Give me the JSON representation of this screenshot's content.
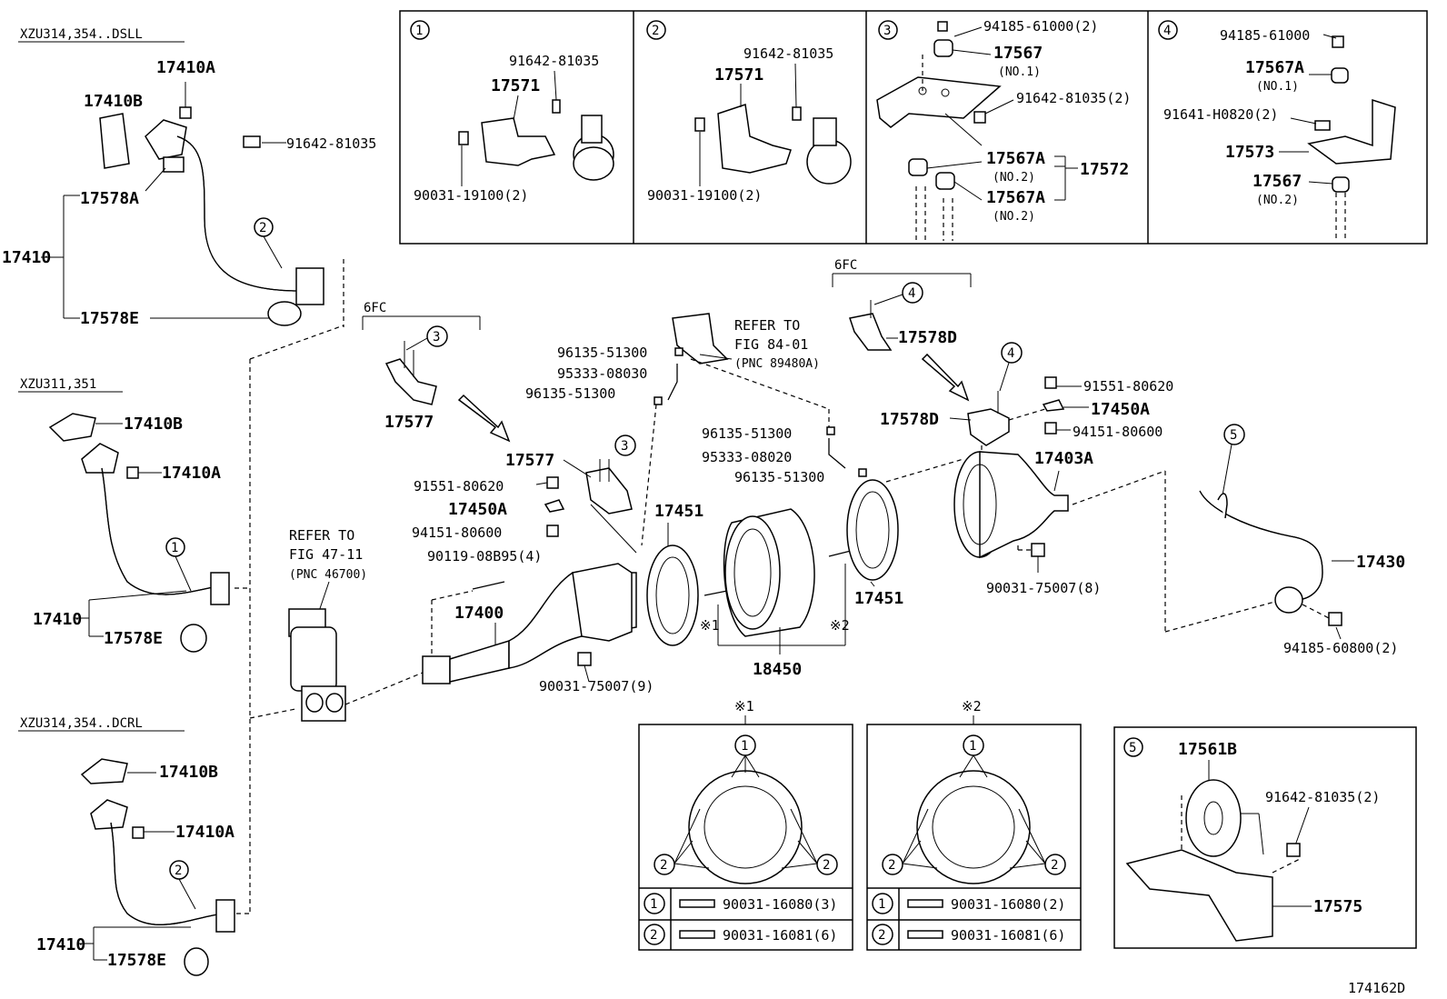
{
  "variants": {
    "dsll": "XZU314,354..DSLL",
    "std": "XZU311,351",
    "dcrl": "XZU314,354..DCRL"
  },
  "insets": {
    "i1": {
      "num": "1",
      "parts": [
        "91642-81035",
        "17571",
        "90031-19100(2)"
      ]
    },
    "i2": {
      "num": "2",
      "parts": [
        "91642-81035",
        "17571",
        "90031-19100(2)"
      ]
    },
    "i3": {
      "num": "3",
      "parts": [
        "94185-61000(2)",
        "17567",
        "(NO.1)",
        "91642-81035(2)",
        "17567A",
        "(NO.2)",
        "17572",
        "17567A",
        "(NO.2)"
      ]
    },
    "i4": {
      "num": "4",
      "parts": [
        "94185-61000",
        "17567A",
        "(NO.1)",
        "91641-H0820(2)",
        "17573",
        "17567",
        "(NO.2)"
      ]
    },
    "i5": {
      "num": "5",
      "parts": [
        "17561B",
        "91642-81035(2)",
        "17575"
      ]
    }
  },
  "left": {
    "a": [
      "17410A",
      "17410B",
      "91642-81035",
      "17578A",
      "17410",
      "17578E"
    ],
    "b": [
      "17410B",
      "17410A",
      "17410",
      "17578E"
    ],
    "c": [
      "17410B",
      "17410A",
      "17410",
      "17578E"
    ]
  },
  "center": {
    "fc1": "6FC",
    "fc2": "6FC",
    "p17577a": "17577",
    "p17577b": "17577",
    "p91551a": "91551-80620",
    "p17450a1": "17450A",
    "p94151a": "94151-80600",
    "p90119": "90119-08B95(4)",
    "p17400": "17400",
    "p90031a": "90031-75007(9)",
    "ref1": [
      "REFER TO",
      "FIG 47-11",
      "(PNC 46700)"
    ],
    "ref2": [
      "REFER TO",
      "FIG 84-01",
      "(PNC 89480A)"
    ],
    "p96135a": "96135-51300",
    "p95333a": "95333-08030",
    "p96135b": "96135-51300",
    "p96135c": "96135-51300",
    "p95333b": "95333-08020",
    "p96135d": "96135-51300",
    "p17451a": "17451",
    "p17451b": "17451",
    "p18450": "18450",
    "star1": "※1",
    "star2": "※2",
    "p17578d1": "17578D",
    "p17578d2": "17578D",
    "p91551b": "91551-80620",
    "p17450a2": "17450A",
    "p94151b": "94151-80600",
    "p17403a": "17403A",
    "p90031b": "90031-75007(8)",
    "p17430": "17430",
    "p94185": "94185-60800(2)"
  },
  "gaskets": {
    "g1": {
      "title": "※1",
      "r1": "90031-16080(3)",
      "r2": "90031-16081(6)"
    },
    "g2": {
      "title": "※2",
      "r1": "90031-16080(2)",
      "r2": "90031-16081(6)"
    }
  },
  "figure_id": "174162D"
}
